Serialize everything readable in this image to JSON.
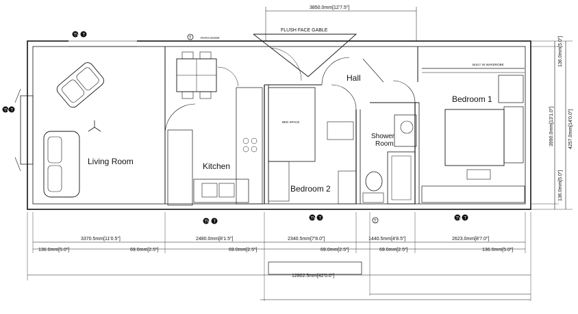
{
  "header": {
    "gable_label": "FLUSH FACE GABLE",
    "top_dimension": "3850.0mm[12'7.5\"]",
    "patio_door": "PATIO DOOR"
  },
  "rooms": {
    "living_room": "Living Room",
    "kitchen": "Kitchen",
    "hall": "Hall",
    "bedroom_1": "Bedroom 1",
    "bedroom_2": "Bedroom 2",
    "shower_room": "Shower Room"
  },
  "bottom_dimensions": {
    "segments": [
      "3370.5mm[11'0.5\"]",
      "2480.0mm[8'1.5\"]",
      "2340.5mm[7'8.0\"]",
      "1440.5mm[4'8.5\"]",
      "2623.0mm[8'7.0\"]"
    ],
    "left_end": "136.0mm[5.0\"]",
    "right_end": "136.0mm[5.0\"]",
    "partitions": [
      "69.0mm[2.5\"]",
      "69.0mm[2.5\"]",
      "69.0mm[2.5\"]",
      "69.0mm[2.5\"]"
    ],
    "overall": "12802.5mm[42'0.0\"]"
  },
  "right_dimensions": {
    "top": "136.0mm[5.0\"]",
    "middle": "3990.0mm[13'1.0\"]",
    "bottom": "136.0mm[5.0\"]",
    "overall": "4257.0mm[14'0.0\"]"
  },
  "notes": {
    "bed_space": "BED SPACE",
    "built_in_wardrobe": "BUILT IN WARDROBE"
  },
  "symbols": {
    "tv_point": "TV",
    "telephone_point": "T"
  }
}
